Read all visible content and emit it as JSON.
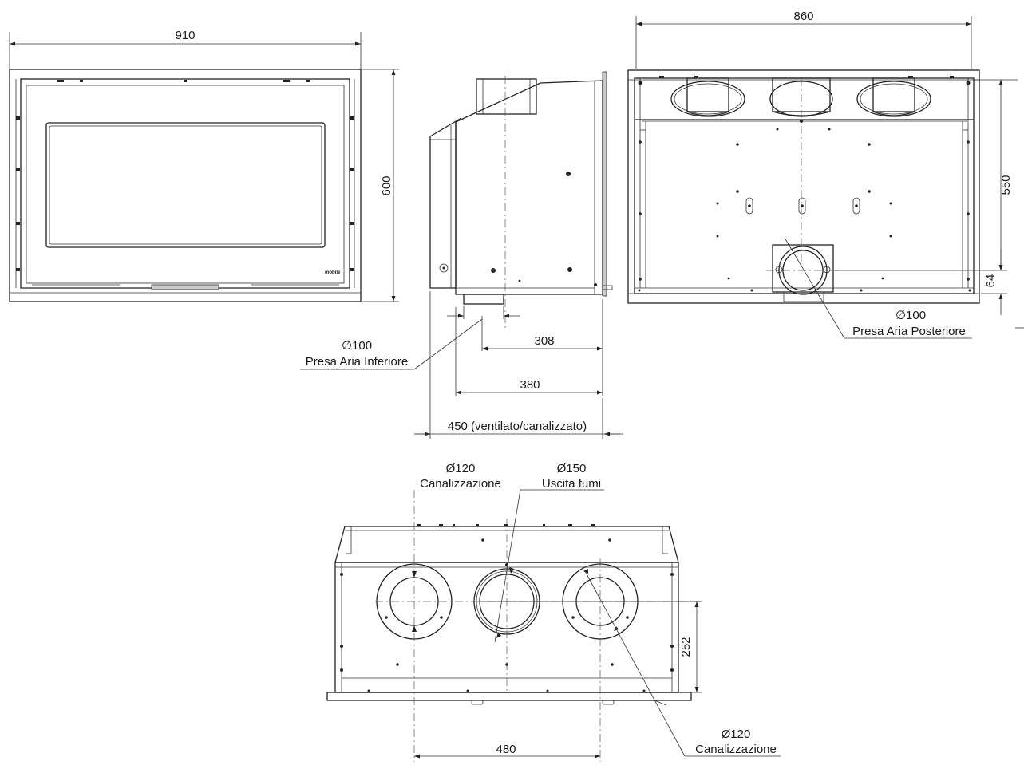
{
  "front_view": {
    "width_label": "910",
    "height_label": "600",
    "brand_mark": "mobile"
  },
  "side_view": {
    "dim_308": "308",
    "dim_380": "380",
    "dim_450": "450 (ventilato/canalizzato)",
    "inlet_diameter": "∅100",
    "inlet_label": "Presa Aria Inferiore"
  },
  "back_view": {
    "width_label": "860",
    "height_label": "550",
    "dim_64": "64",
    "inlet_diameter": "∅100",
    "inlet_label": "Presa Aria Posteriore"
  },
  "top_view": {
    "left_duct_diameter": "Ø120",
    "left_duct_label": "Canalizzazione",
    "flue_diameter": "Ø150",
    "flue_label": "Uscita fumi",
    "right_duct_diameter": "Ø120",
    "right_duct_label": "Canalizzazione",
    "dim_252": "252",
    "dim_480": "480"
  }
}
